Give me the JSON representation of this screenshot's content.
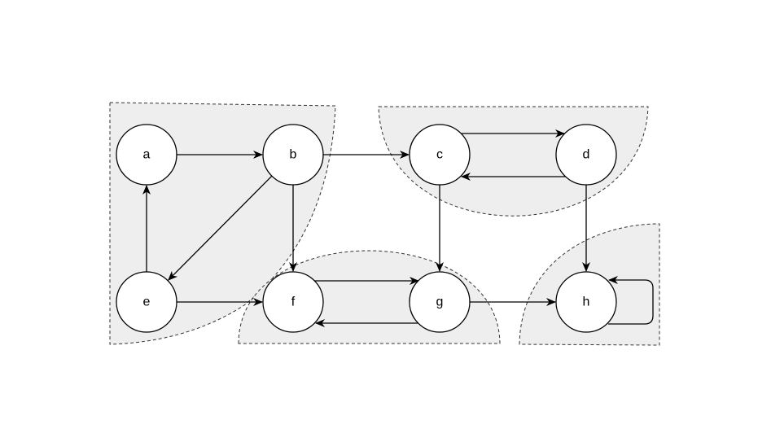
{
  "nodes": [
    {
      "id": "a",
      "label": "a"
    },
    {
      "id": "b",
      "label": "b"
    },
    {
      "id": "c",
      "label": "c"
    },
    {
      "id": "d",
      "label": "d"
    },
    {
      "id": "e",
      "label": "e"
    },
    {
      "id": "f",
      "label": "f"
    },
    {
      "id": "g",
      "label": "g"
    },
    {
      "id": "h",
      "label": "h"
    }
  ],
  "edges": [
    {
      "from": "a",
      "to": "b"
    },
    {
      "from": "b",
      "to": "c"
    },
    {
      "from": "b",
      "to": "e"
    },
    {
      "from": "b",
      "to": "f"
    },
    {
      "from": "c",
      "to": "d"
    },
    {
      "from": "d",
      "to": "c"
    },
    {
      "from": "c",
      "to": "g"
    },
    {
      "from": "d",
      "to": "h"
    },
    {
      "from": "e",
      "to": "a"
    },
    {
      "from": "e",
      "to": "f"
    },
    {
      "from": "f",
      "to": "g"
    },
    {
      "from": "g",
      "to": "f"
    },
    {
      "from": "g",
      "to": "h"
    },
    {
      "from": "h",
      "to": "h"
    }
  ],
  "components": [
    {
      "members": [
        "a",
        "b",
        "e"
      ]
    },
    {
      "members": [
        "c",
        "d"
      ]
    },
    {
      "members": [
        "f",
        "g"
      ]
    },
    {
      "members": [
        "h"
      ]
    }
  ],
  "colors": {
    "region_fill": "#eeeeee",
    "region_stroke": "#333333",
    "edge": "#000000",
    "node_fill": "#ffffff",
    "node_stroke": "#000000"
  }
}
